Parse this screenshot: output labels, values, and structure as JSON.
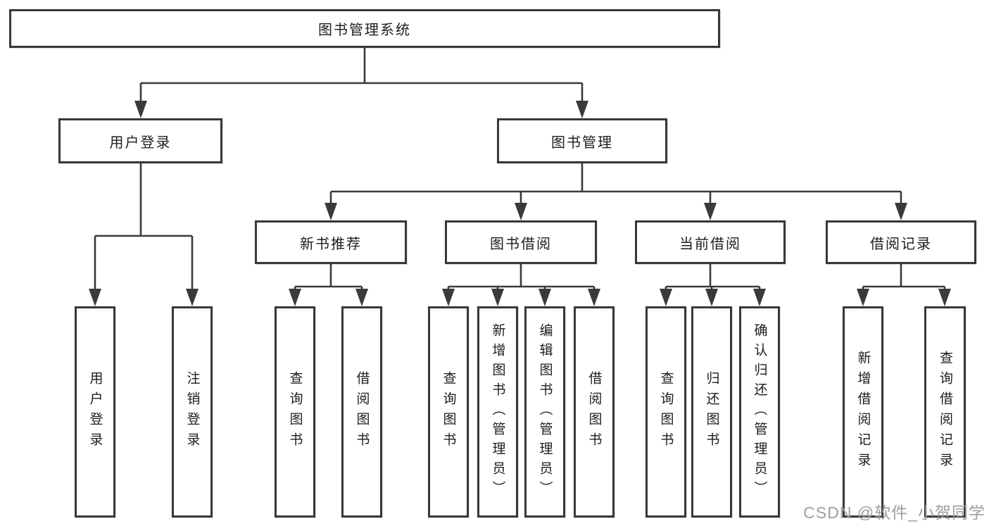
{
  "tree": {
    "label": "图书管理系统",
    "children": [
      {
        "label": "用户登录",
        "children": [
          {
            "label": "用户登录"
          },
          {
            "label": "注销登录"
          }
        ]
      },
      {
        "label": "图书管理",
        "children": [
          {
            "label": "新书推荐",
            "children": [
              {
                "label": "查询图书"
              },
              {
                "label": "借阅图书"
              }
            ]
          },
          {
            "label": "图书借阅",
            "children": [
              {
                "label": "查询图书"
              },
              {
                "label": "新增图书（管理员）"
              },
              {
                "label": "编辑图书（管理员）"
              },
              {
                "label": "借阅图书"
              }
            ]
          },
          {
            "label": "当前借阅",
            "children": [
              {
                "label": "查询图书"
              },
              {
                "label": "归还图书"
              },
              {
                "label": "确认归还（管理员）"
              }
            ]
          },
          {
            "label": "借阅记录",
            "children": [
              {
                "label": "新增借阅记录"
              },
              {
                "label": "查询借阅记录"
              }
            ]
          }
        ]
      }
    ]
  },
  "watermark": "CSDN @软件_小贺同学",
  "colors": {
    "line": "#3a3a3a",
    "border": "#383838",
    "text": "#1d1d1d",
    "watermark": "#9e9e9e",
    "background": "#ffffff"
  }
}
